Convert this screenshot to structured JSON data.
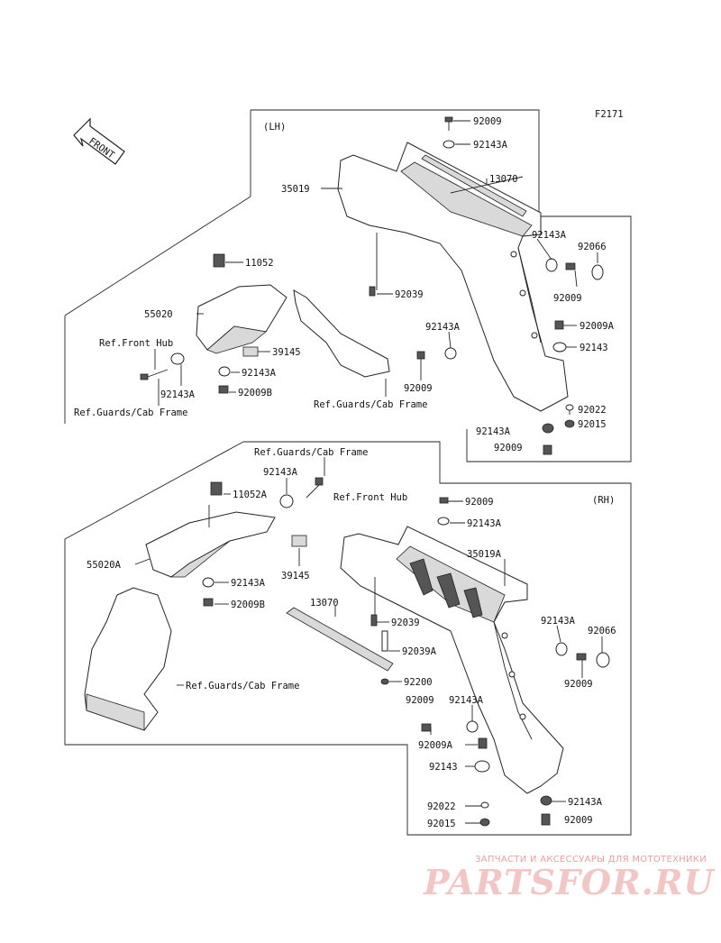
{
  "figure_code": "F2171",
  "front_label": "FRONT",
  "panels": {
    "lh": "(LH)",
    "rh": "(RH)"
  },
  "labels": {
    "lh_92009_top": "92009",
    "lh_92143A_top": "92143A",
    "lh_13070": "13070",
    "lh_35019": "35019",
    "lh_92143A_side": "92143A",
    "lh_92066": "92066",
    "lh_92009_side": "92009",
    "lh_92039": "92039",
    "lh_92009A": "92009A",
    "lh_92143A_mid": "92143A",
    "lh_92143": "92143",
    "lh_92009_mid": "92009",
    "lh_92022": "92022",
    "lh_92015": "92015",
    "lh_92143A_bot": "92143A",
    "lh_92009_bot": "92009",
    "lh_11052": "11052",
    "lh_55020": "55020",
    "lh_ref_front_hub": "Ref.Front Hub",
    "lh_39145": "39145",
    "lh_92143A_a": "92143A",
    "lh_92143A_b": "92143A",
    "lh_92009B": "92009B",
    "lh_ref_guards_left": "Ref.Guards/Cab Frame",
    "lh_ref_guards_right": "Ref.Guards/Cab Frame",
    "rh_ref_guards_top": "Ref.Guards/Cab Frame",
    "rh_92143A_top": "92143A",
    "rh_11052A": "11052A",
    "rh_ref_front_hub": "Ref.Front Hub",
    "rh_92009_top": "92009",
    "rh_92143A_b": "92143A",
    "rh_35019A": "35019A",
    "rh_55020A": "55020A",
    "rh_92143A_left": "92143A",
    "rh_39145": "39145",
    "rh_92009B": "92009B",
    "rh_13070": "13070",
    "rh_92039": "92039",
    "rh_92143A_side": "92143A",
    "rh_92066": "92066",
    "rh_92039A": "92039A",
    "rh_92200": "92200",
    "rh_ref_guards_bottom": "Ref.Guards/Cab Frame",
    "rh_92009_side": "92009",
    "rh_92009_mid": "92009",
    "rh_92143A_mid": "92143A",
    "rh_92009A": "92009A",
    "rh_92143": "92143",
    "rh_92022": "92022",
    "rh_92143A_bot": "92143A",
    "rh_92015": "92015",
    "rh_92009_bot": "92009"
  },
  "watermark": {
    "caption": "ЗАПЧАСТИ И АКСЕССУАРЫ ДЛЯ МОТОТЕХНИКИ",
    "logo": "PARTSFOR.RU",
    "color": "#e06060"
  }
}
